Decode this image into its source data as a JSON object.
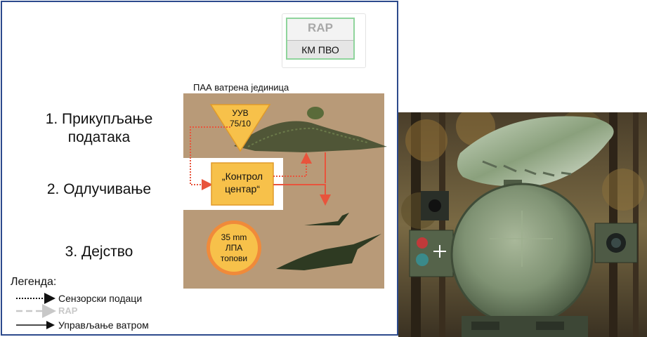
{
  "rap_box": {
    "title": "RAP",
    "subtitle": "КМ ПВО"
  },
  "unit_label": "ПАА ватрена јединица",
  "steps": {
    "one_a": "1. Прикупљање",
    "one_b": "података",
    "two": "2. Одлучивање",
    "three": "3. Дејство"
  },
  "sensor_box": {
    "line1": "УУВ",
    "line2": "75/10"
  },
  "control_box": {
    "line1": "„Контрол",
    "line2": "центар“"
  },
  "guns_box": {
    "line1": "35 mm",
    "line2": "ЛПА",
    "line3": "топови"
  },
  "legend": {
    "title": "Легенда:",
    "sensor": "Сензорски подаци",
    "rap": "RAP",
    "fire": "Управљање ватром"
  },
  "colors": {
    "panel_border": "#2c4a8c",
    "terrain": "#b89a78",
    "flow_red": "#e8543c",
    "box_yellow": "#f7c14a",
    "rap_border": "#8fd49c"
  }
}
